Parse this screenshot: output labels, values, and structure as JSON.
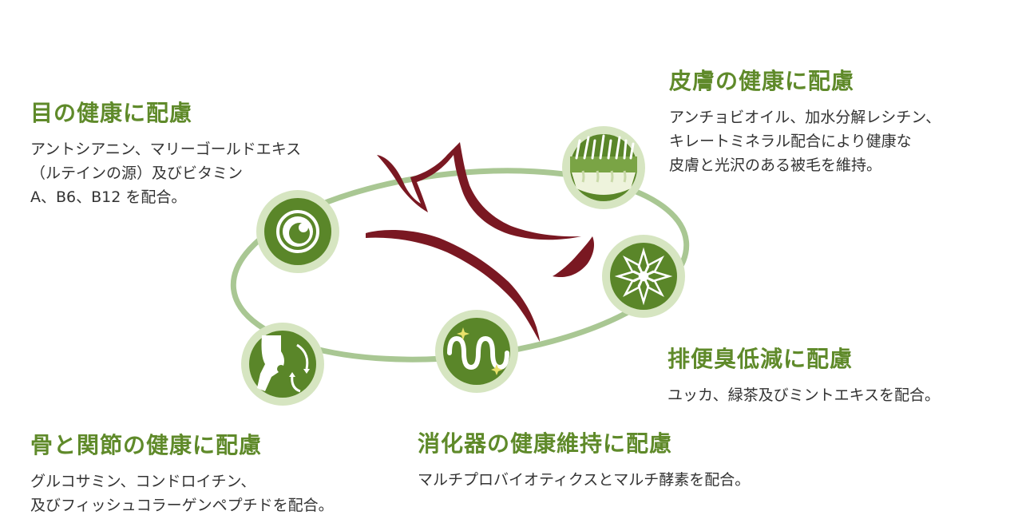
{
  "colors": {
    "ring": "#a9c793",
    "icon_outer": "#d6e5c1",
    "icon_inner": "#5a8629",
    "heading": "#5f8a2a",
    "body_text": "#333333",
    "cat_stroke": "#7a1822"
  },
  "benefits": {
    "eye": {
      "icon": "eye-icon",
      "title": "目の健康に配慮",
      "body": "アントシアニン、マリーゴールドエキス\n（ルテインの源）及びビタミン\nA、B6、B12 を配合。"
    },
    "skin": {
      "icon": "skin-hair-icon",
      "title": "皮膚の健康に配慮",
      "body": "アンチョビオイル、加水分解レシチン、\nキレートミネラル配合により健康な\n皮膚と光沢のある被毛を維持。"
    },
    "odor": {
      "icon": "flower-icon",
      "title": "排便臭低減に配慮",
      "body": "ユッカ、緑茶及びミントエキスを配合。"
    },
    "digest": {
      "icon": "intestine-icon",
      "title": "消化器の健康維持に配慮",
      "body": "マルチプロバイオティクスとマルチ酵素を配合。"
    },
    "joint": {
      "icon": "joint-icon",
      "title": "骨と関節の健康に配慮",
      "body": "グルコサミン、コンドロイチン、\n及びフィッシュコラーゲンペプチドを配合。"
    }
  }
}
